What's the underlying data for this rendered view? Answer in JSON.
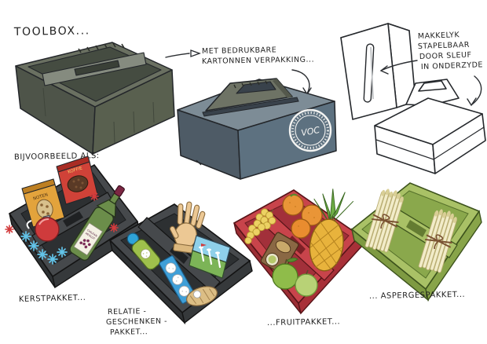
{
  "title": "TOOLBOX...",
  "annotations": {
    "packaging_note": [
      "MET BEDRUKBARE",
      "KARTONNEN VERPAKKING..."
    ],
    "stacking_note": [
      "MAKKELYK",
      "STAPELBAAR",
      "DOOR SLEUF",
      "IN ONDERZYDE"
    ],
    "examples_intro": "BIJVOORBEELD ALS:"
  },
  "examples": {
    "kerstpakket": "KERSTPAKKET...",
    "relatiegeschenk": [
      "RELATIE -",
      "GESCHENKEN -",
      "PAKKET..."
    ],
    "fruitpakket": "...FRUITPAKKET...",
    "aspergespakket": "... ASPERGESPAKKET..."
  },
  "products": {
    "coffee_bag_label": "KOFFIE",
    "nuts_bag_label": "NOTEN",
    "wine_label": [
      "CHILEAN",
      "MERLOT"
    ],
    "stamp_monogram": "VOC"
  },
  "colors": {
    "ink": "#23262a",
    "toolbox": "#59604f",
    "box_blue": "#5d7180",
    "tray_dark": "#46494c",
    "tray_red": "#c8444b",
    "tray_green": "#a9c166"
  }
}
